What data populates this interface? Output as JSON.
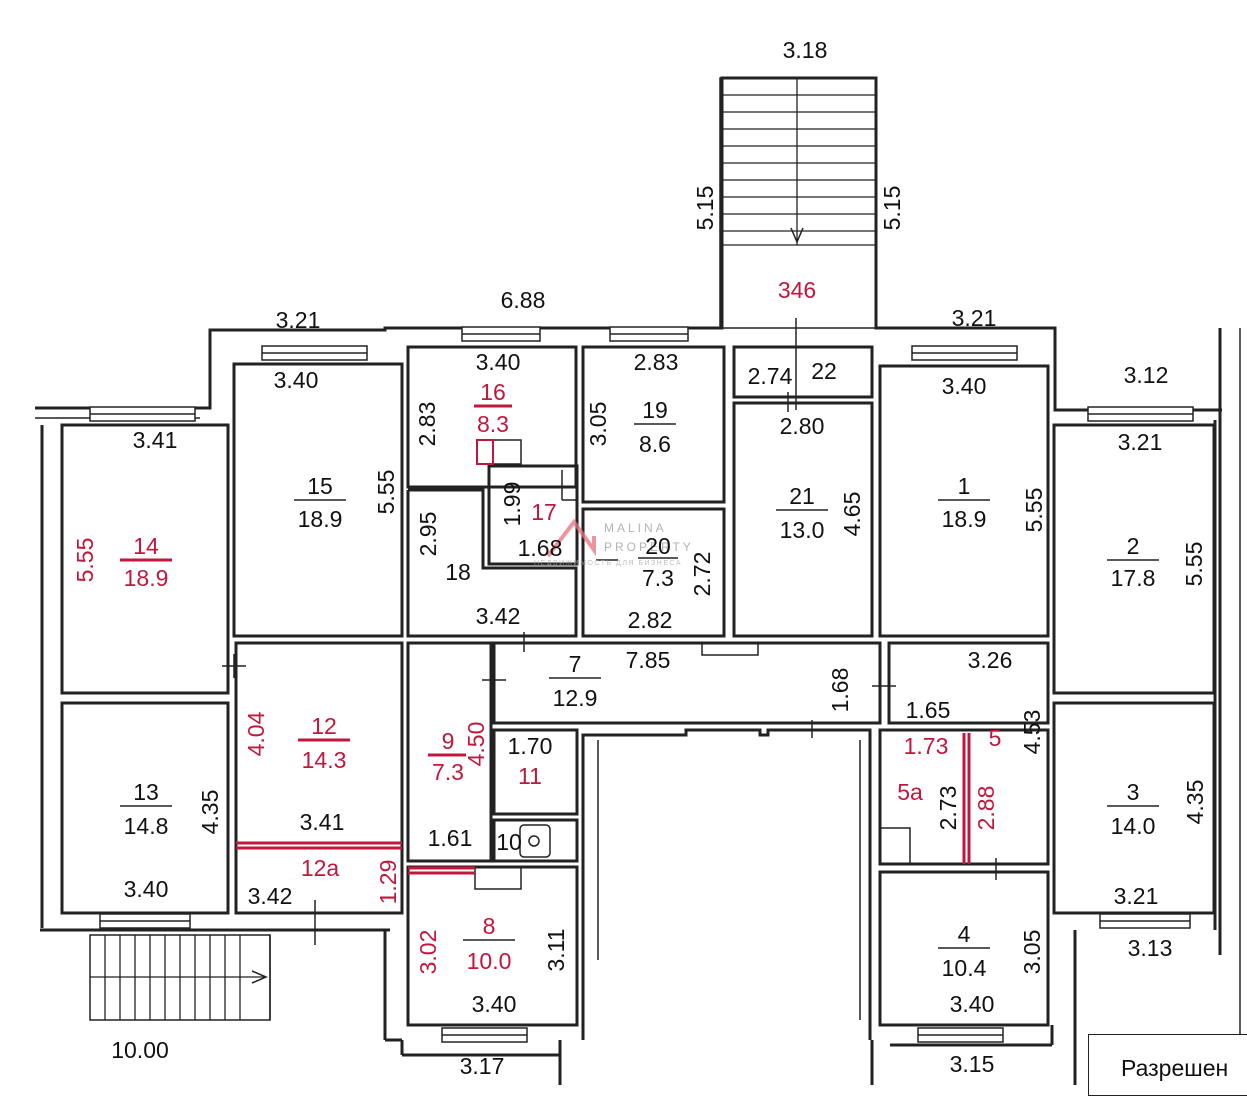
{
  "palette": {
    "line": "#222222",
    "red": "#c0183c",
    "background": "#ffffff"
  },
  "watermark": {
    "brand_top": "MALINA",
    "brand_bottom": "PROPERTY",
    "tagline": "НЕДВИЖИМОСТЬ ДЛЯ БИЗНЕСА"
  },
  "note": {
    "text": "Разрешен"
  },
  "rooms": [
    {
      "id": "14",
      "number": "14",
      "area": "18.9",
      "color": "red"
    },
    {
      "id": "15",
      "number": "15",
      "area": "18.9",
      "color": "black"
    },
    {
      "id": "16",
      "number": "16",
      "area": "8.3",
      "color": "red"
    },
    {
      "id": "17",
      "number": "17",
      "area": "",
      "color": "red"
    },
    {
      "id": "18",
      "number": "18",
      "area": "",
      "color": "black"
    },
    {
      "id": "19",
      "number": "19",
      "area": "8.6",
      "color": "black"
    },
    {
      "id": "20",
      "number": "20",
      "area": "7.3",
      "color": "black"
    },
    {
      "id": "21",
      "number": "21",
      "area": "13.0",
      "color": "black"
    },
    {
      "id": "22",
      "number": "22",
      "area": "",
      "color": "black"
    },
    {
      "id": "1",
      "number": "1",
      "area": "18.9",
      "color": "black"
    },
    {
      "id": "2",
      "number": "2",
      "area": "17.8",
      "color": "black"
    },
    {
      "id": "7",
      "number": "7",
      "area": "12.9",
      "color": "black"
    },
    {
      "id": "12",
      "number": "12",
      "area": "14.3",
      "color": "red"
    },
    {
      "id": "12a",
      "number": "12а",
      "area": "",
      "color": "red"
    },
    {
      "id": "13",
      "number": "13",
      "area": "14.8",
      "color": "black"
    },
    {
      "id": "9",
      "number": "9",
      "area": "7.3",
      "color": "red"
    },
    {
      "id": "11",
      "number": "11",
      "area": "",
      "color": "red"
    },
    {
      "id": "10",
      "number": "10",
      "area": "",
      "color": "black"
    },
    {
      "id": "8",
      "number": "8",
      "area": "10.0",
      "color": "red"
    },
    {
      "id": "5",
      "number": "5",
      "area": "",
      "color": "red"
    },
    {
      "id": "5a",
      "number": "5а",
      "area": "",
      "color": "red"
    },
    {
      "id": "3",
      "number": "3",
      "area": "14.0",
      "color": "black"
    },
    {
      "id": "4",
      "number": "4",
      "area": "10.4",
      "color": "black"
    },
    {
      "id": "346",
      "number": "346",
      "area": "",
      "color": "red"
    }
  ],
  "dimensions": [
    {
      "id": "d-stair-top",
      "text": "3.18",
      "color": "black"
    },
    {
      "id": "d-stair-left",
      "text": "5.15",
      "color": "black"
    },
    {
      "id": "d-stair-right",
      "text": "5.15",
      "color": "black"
    },
    {
      "id": "d-top-321-left",
      "text": "3.21",
      "color": "black"
    },
    {
      "id": "d-top-688",
      "text": "6.88",
      "color": "black"
    },
    {
      "id": "d-top-321-right",
      "text": "3.21",
      "color": "black"
    },
    {
      "id": "d-312",
      "text": "3.12",
      "color": "black"
    },
    {
      "id": "d-15-340",
      "text": "3.40",
      "color": "black"
    },
    {
      "id": "d-16-340",
      "text": "3.40",
      "color": "black"
    },
    {
      "id": "d-19-283",
      "text": "2.83",
      "color": "black"
    },
    {
      "id": "d-22-274",
      "text": "2.74",
      "color": "black"
    },
    {
      "id": "d-1-340",
      "text": "3.40",
      "color": "black"
    },
    {
      "id": "d-14-341",
      "text": "3.41",
      "color": "black"
    },
    {
      "id": "d-2-321",
      "text": "3.21",
      "color": "black"
    },
    {
      "id": "d-16-283",
      "text": "2.83",
      "color": "black"
    },
    {
      "id": "d-19-305",
      "text": "3.05",
      "color": "black"
    },
    {
      "id": "d-21-280",
      "text": "2.80",
      "color": "black"
    },
    {
      "id": "d-15-555",
      "text": "5.55",
      "color": "black"
    },
    {
      "id": "d-17-199",
      "text": "1.99",
      "color": "black"
    },
    {
      "id": "d-18-295",
      "text": "2.95",
      "color": "black"
    },
    {
      "id": "d-17-168",
      "text": "1.68",
      "color": "black"
    },
    {
      "id": "d-14-555",
      "text": "5.55",
      "color": "red"
    },
    {
      "id": "d-21-465",
      "text": "4.65",
      "color": "black"
    },
    {
      "id": "d-1-555",
      "text": "5.55",
      "color": "black"
    },
    {
      "id": "d-2-555",
      "text": "5.55",
      "color": "black"
    },
    {
      "id": "d-20-272",
      "text": "2.72",
      "color": "black"
    },
    {
      "id": "d-20-282",
      "text": "2.82",
      "color": "black"
    },
    {
      "id": "d-18-342",
      "text": "3.42",
      "color": "black"
    },
    {
      "id": "d-7-785",
      "text": "7.85",
      "color": "black"
    },
    {
      "id": "d-5-326",
      "text": "3.26",
      "color": "black"
    },
    {
      "id": "d-7-168",
      "text": "1.68",
      "color": "black"
    },
    {
      "id": "d-5-165",
      "text": "1.65",
      "color": "black"
    },
    {
      "id": "d-12-404",
      "text": "4.04",
      "color": "red"
    },
    {
      "id": "d-9-450",
      "text": "4.50",
      "color": "red"
    },
    {
      "id": "d-11-170",
      "text": "1.70",
      "color": "black"
    },
    {
      "id": "d-5a-173",
      "text": "1.73",
      "color": "red"
    },
    {
      "id": "d-5-453",
      "text": "4.53",
      "color": "black"
    },
    {
      "id": "d-13-435",
      "text": "4.35",
      "color": "black"
    },
    {
      "id": "d-5a-273",
      "text": "2.73",
      "color": "black"
    },
    {
      "id": "d-5-288",
      "text": "2.88",
      "color": "red"
    },
    {
      "id": "d-3-435",
      "text": "4.35",
      "color": "black"
    },
    {
      "id": "d-12-341",
      "text": "3.41",
      "color": "black"
    },
    {
      "id": "d-10-161",
      "text": "1.61",
      "color": "black"
    },
    {
      "id": "d-12a-129",
      "text": "1.29",
      "color": "red"
    },
    {
      "id": "d-13-340",
      "text": "3.40",
      "color": "black"
    },
    {
      "id": "d-12a-342",
      "text": "3.42",
      "color": "black"
    },
    {
      "id": "d-3-321",
      "text": "3.21",
      "color": "black"
    },
    {
      "id": "d-8-302",
      "text": "3.02",
      "color": "red"
    },
    {
      "id": "d-8-311",
      "text": "3.11",
      "color": "black"
    },
    {
      "id": "d-4-305",
      "text": "3.05",
      "color": "black"
    },
    {
      "id": "d-313",
      "text": "3.13",
      "color": "black"
    },
    {
      "id": "d-8-340",
      "text": "3.40",
      "color": "black"
    },
    {
      "id": "d-4-340",
      "text": "3.40",
      "color": "black"
    },
    {
      "id": "d-1000",
      "text": "10.00",
      "color": "black"
    },
    {
      "id": "d-317",
      "text": "3.17",
      "color": "black"
    },
    {
      "id": "d-315",
      "text": "3.15",
      "color": "black"
    }
  ]
}
